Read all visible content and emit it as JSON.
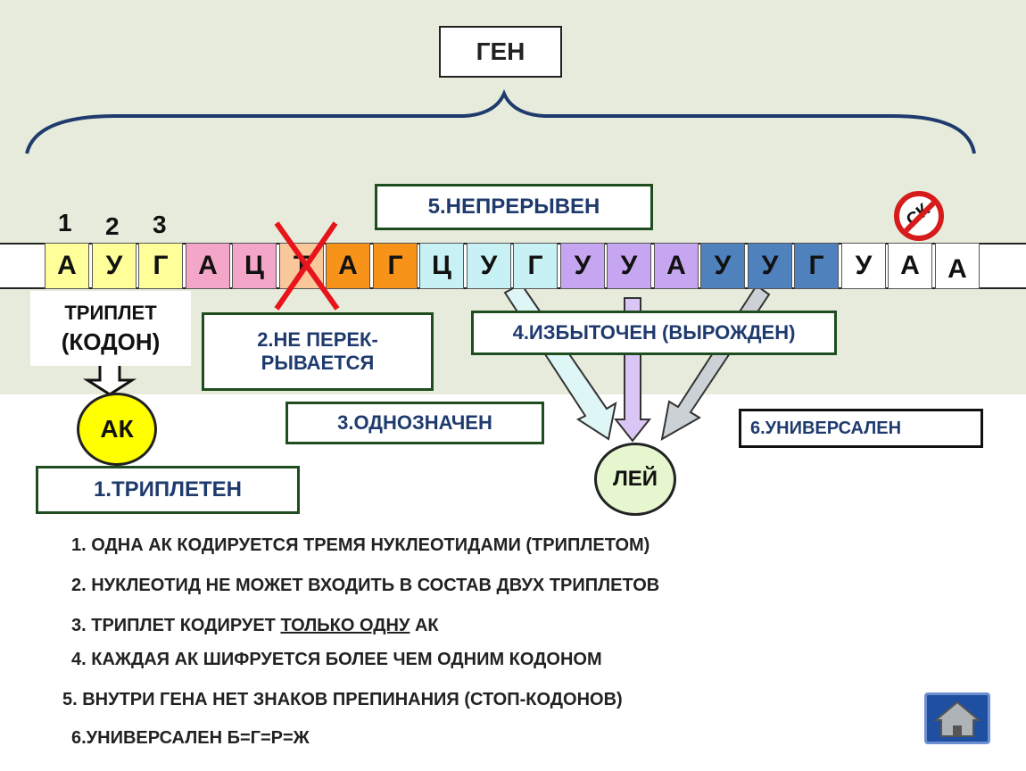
{
  "gene_label": "ГЕН",
  "positions": [
    "1",
    "2",
    "3"
  ],
  "nucleotides": [
    {
      "letter": "А",
      "color": "#ffff99"
    },
    {
      "letter": "У",
      "color": "#ffff99"
    },
    {
      "letter": "Г",
      "color": "#ffff99"
    },
    {
      "letter": "А",
      "color": "#f4a6c8"
    },
    {
      "letter": "Ц",
      "color": "#f4a6c8"
    },
    {
      "letter": "Т",
      "color": "#f9c79a"
    },
    {
      "letter": "А",
      "color": "#f79318"
    },
    {
      "letter": "Г",
      "color": "#f79318"
    },
    {
      "letter": "Ц",
      "color": "#c7f1f4"
    },
    {
      "letter": "У",
      "color": "#c7f1f4"
    },
    {
      "letter": "Г",
      "color": "#c7f1f4"
    },
    {
      "letter": "У",
      "color": "#c6a6f0"
    },
    {
      "letter": "У",
      "color": "#c6a6f0"
    },
    {
      "letter": "А",
      "color": "#c6a6f0"
    },
    {
      "letter": "У",
      "color": "#4f81bd"
    },
    {
      "letter": "У",
      "color": "#4f81bd"
    },
    {
      "letter": "Г",
      "color": "#4f81bd"
    },
    {
      "letter": "У",
      "color": "#ffffff"
    },
    {
      "letter": "А",
      "color": "#ffffff"
    },
    {
      "letter": "А",
      "color": "#ffffff"
    }
  ],
  "labels": {
    "triplet_codon_line1": "ТРИПЛЕТ",
    "triplet_codon_line2": "(КОДОН)",
    "ak": "АК",
    "lei": "ЛЕЙ",
    "stop_sign_text": "СК"
  },
  "properties": {
    "p1": "1.ТРИПЛЕТЕН",
    "p2_line1": "2.НЕ ПЕРЕК-",
    "p2_line2": "РЫВАЕТСЯ",
    "p3": "3.ОДНОЗНАЧЕН",
    "p4": "4.ИЗБЫТОЧЕН (ВЫРОЖДЕН)",
    "p5": "5.НЕПРЕРЫВЕН",
    "p6": "6.УНИВЕРСАЛЕН"
  },
  "explanations": {
    "e1": "1. ОДНА АК КОДИРУЕТСЯ ТРЕМЯ НУКЛЕОТИДАМИ  (ТРИПЛЕТОМ)",
    "e2": "2. НУКЛЕОТИД НЕ МОЖЕТ ВХОДИТЬ В СОСТАВ ДВУХ ТРИПЛЕТОВ",
    "e3_before": "3. ТРИПЛЕТ КОДИРУЕТ ",
    "e3_underlined": "ТОЛЬКО ОДНУ",
    "e3_after": " АК",
    "e4": "4. КАЖДАЯ АК ШИФРУЕТСЯ БОЛЕЕ ЧЕМ ОДНИМ КОДОНОМ",
    "e5": "5. ВНУТРИ ГЕНА НЕТ ЗНАКОВ ПРЕПИНАНИЯ (СТОП-КОДОНОВ)",
    "e6": "6.УНИВЕРСАЛЕН    Б=Г=Р=Ж"
  },
  "icons": {
    "home": "home-icon",
    "stop": "no-entry-icon",
    "cross": "red-x-icon"
  }
}
